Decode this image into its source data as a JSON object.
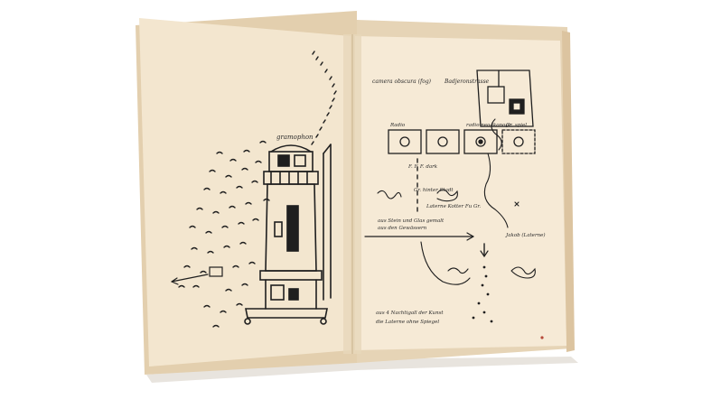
{
  "photo": {
    "subject": "open-sketchbook",
    "colors": {
      "background": "#ffffff",
      "paper_left": "#f3e6cf",
      "paper_right": "#f6ead6",
      "page_edge": "#e3cfae",
      "ink": "#1f1f1f",
      "accent_red": "#b64a3a"
    }
  },
  "left_page": {
    "lighthouse_label": "gramophon"
  },
  "right_page": {
    "header_note": "camera obscura (fog)",
    "boxed_note": "Badjeronstrasse",
    "box_labels": [
      "Radio",
      "",
      "radio neo-ikonogr.",
      "Gr. spiel"
    ],
    "mid_note_1": "F. F. F.    dark",
    "mid_note_2": "Gr. hinter Stadt",
    "mid_note_3": "Laterne Kotter Fu Gr.",
    "mid_note_4": "aus Stein und Glas gemalt",
    "mid_note_5": "aus den Gewässern",
    "side_note": "Jakob (Laterne)",
    "bottom_note_1": "aus 4 Nachtigall der Kunst",
    "bottom_note_2": "die Laterne ohne Spiegel"
  }
}
